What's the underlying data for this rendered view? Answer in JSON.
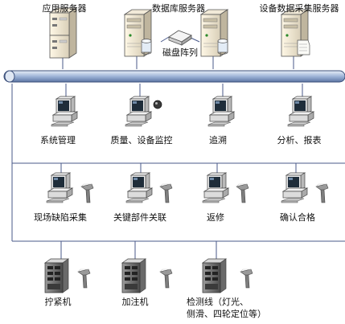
{
  "servers": [
    {
      "id": "app",
      "label": "应用服务器"
    },
    {
      "id": "db",
      "label": "数据库服务器"
    },
    {
      "id": "collect",
      "label": "设备数据采集服务器"
    }
  ],
  "storage": {
    "label": "磁盘阵列"
  },
  "row1": [
    {
      "label": "系统管理"
    },
    {
      "label": "质量、设备监控"
    },
    {
      "label": "追溯"
    },
    {
      "label": "分析、报表"
    }
  ],
  "row2": [
    {
      "label": "现场缺陷采集"
    },
    {
      "label": "关键部件关联"
    },
    {
      "label": "返修"
    },
    {
      "label": "确认合格"
    }
  ],
  "row3": [
    {
      "label": "拧紧机"
    },
    {
      "label": "加注机"
    },
    {
      "label_lines": [
        "检测线（灯光、",
        "侧滑、四轮定位等）"
      ]
    }
  ],
  "colors": {
    "line": "#4a5a8a",
    "bus": "#8fa8cf",
    "bus_edge": "#3b4f7a"
  }
}
